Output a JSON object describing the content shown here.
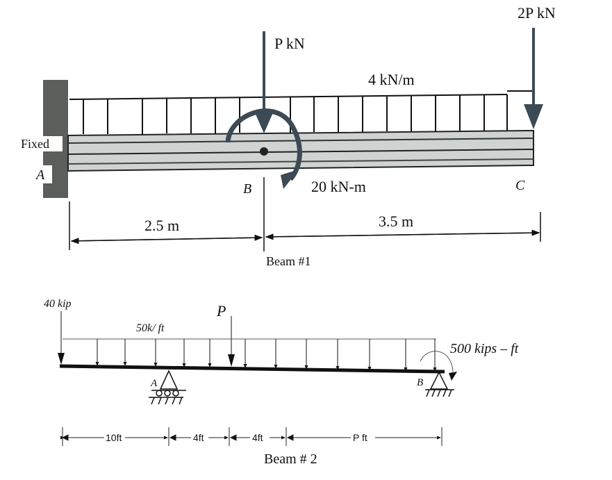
{
  "beam1": {
    "title": "Beam #1",
    "support_label": "Fixed",
    "point_a": "A",
    "point_b": "B",
    "point_c": "C",
    "load_p": "P kN",
    "load_2p": "2P kN",
    "distributed_load": "4 kN/m",
    "moment": "20 kN-m",
    "dim_ab": "2.5 m",
    "dim_bc": "3.5 m"
  },
  "beam2": {
    "title": "Beam # 2",
    "point_load_left": "40 kip",
    "point_load_p": "P",
    "distributed_load": "50k/ ft",
    "moment": "500  kips – ft",
    "support_a": "A",
    "support_b": "B",
    "dims": [
      "10ft",
      "4ft",
      "4ft",
      "P ft"
    ]
  },
  "colors": {
    "wall": "#5a5f5c",
    "beam1_fill": "#cfd3d1",
    "arrow_dark": "#3c4a55"
  }
}
